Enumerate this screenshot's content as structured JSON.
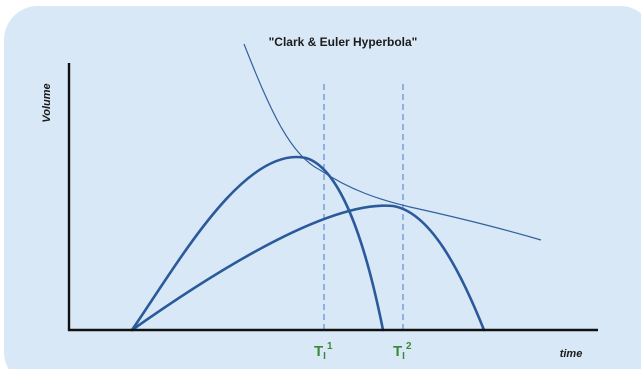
{
  "diagram": {
    "title": "\"Clark & Euler Hyperbola\"",
    "y_axis_label": "Volume",
    "x_axis_label": "time",
    "markers": [
      {
        "base": "T",
        "sub": "I",
        "sup": "1"
      },
      {
        "base": "T",
        "sub": "I",
        "sup": "2"
      }
    ]
  },
  "colors": {
    "panel_background": "#d9e8f6",
    "axis": "#111111",
    "curve": "#2a5a9c",
    "hyperbola": "#33609e",
    "guide_line": "#5b8fd4",
    "marker_text": "#3a8a3a"
  }
}
